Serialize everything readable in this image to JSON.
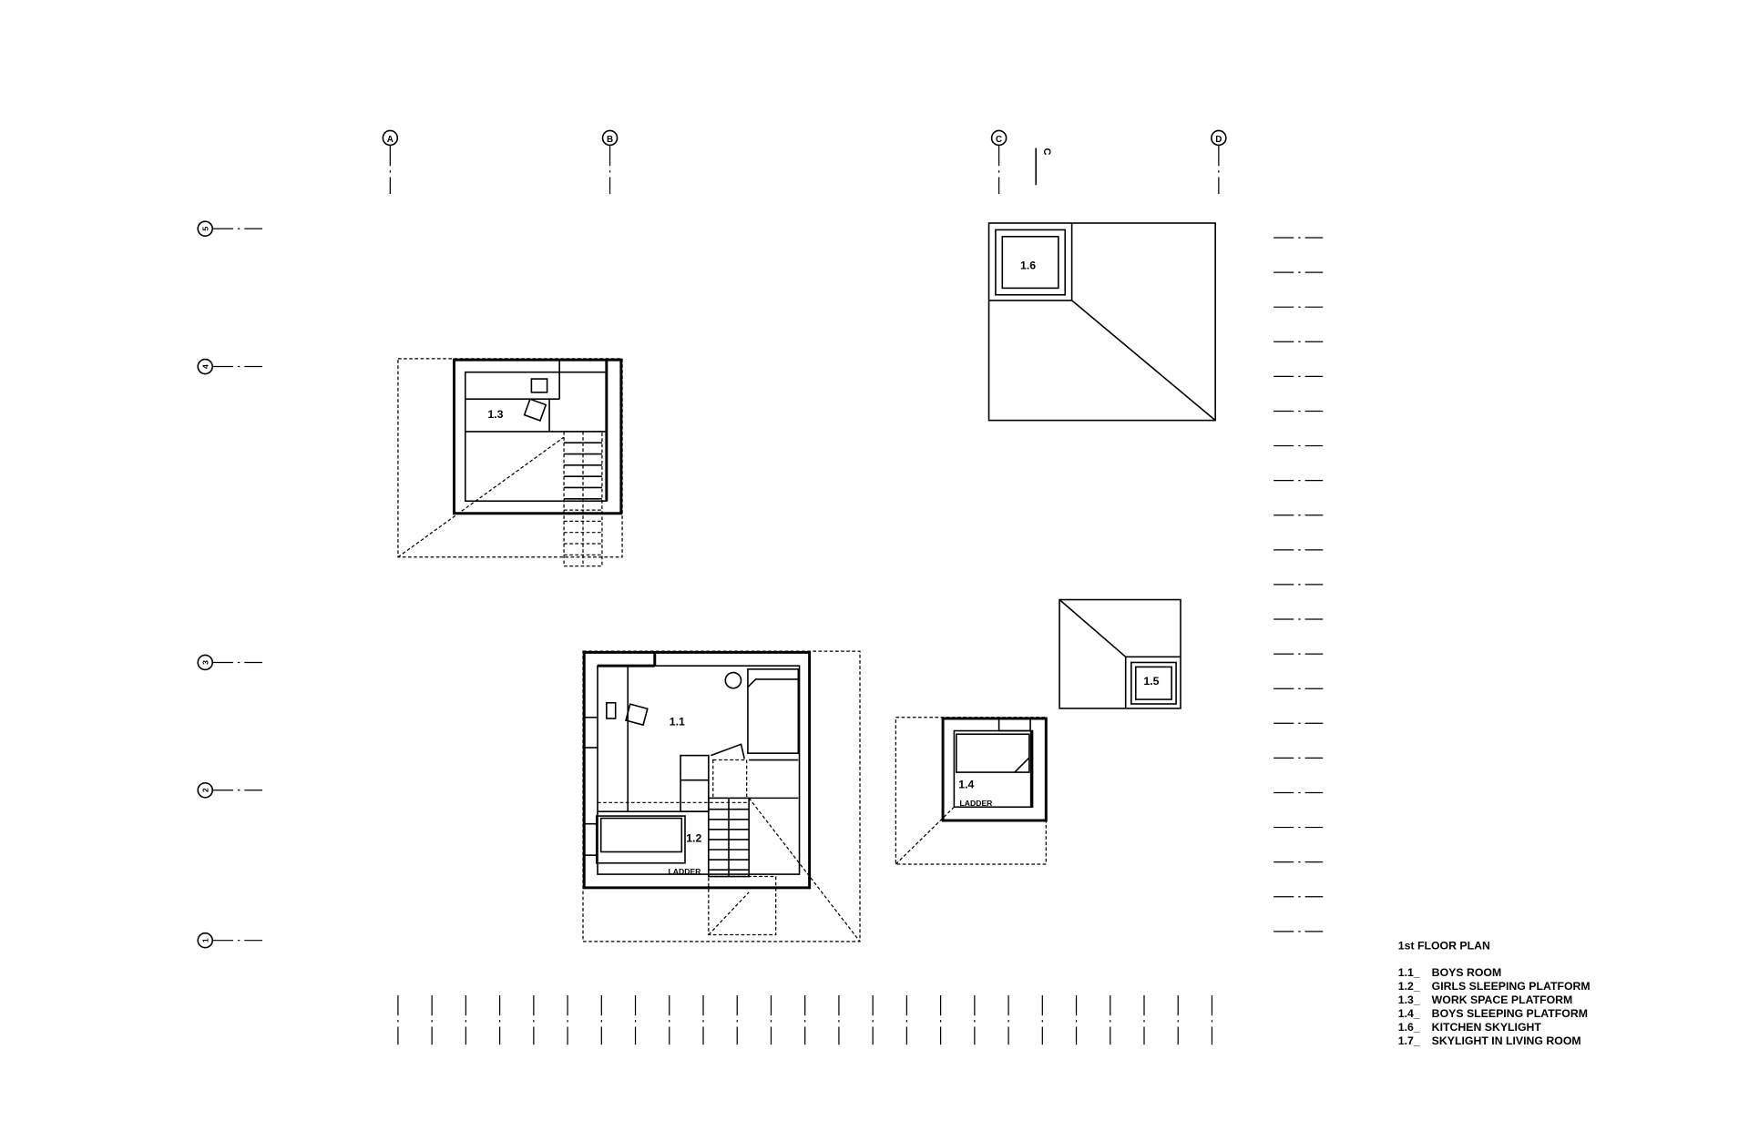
{
  "grid": {
    "columns": [
      "A",
      "B",
      "C",
      "D"
    ],
    "rows": [
      "5",
      "4",
      "3",
      "2",
      "1"
    ],
    "section_mark": "C"
  },
  "rooms": {
    "r11": "1.1",
    "r12": "1.2",
    "r13": "1.3",
    "r14": "1.4",
    "r15": "1.5",
    "r16": "1.6",
    "ladder": "LADDER"
  },
  "legend": {
    "title": "1st FLOOR PLAN",
    "items": [
      {
        "num": "1.1_",
        "label": "BOYS ROOM"
      },
      {
        "num": "1.2_",
        "label": "GIRLS SLEEPING PLATFORM"
      },
      {
        "num": "1.3_",
        "label": "WORK SPACE PLATFORM"
      },
      {
        "num": "1.4_",
        "label": "BOYS SLEEPING PLATFORM"
      },
      {
        "num": "1.6_",
        "label": "KITCHEN SKYLIGHT"
      },
      {
        "num": "1.7_",
        "label": "SKYLIGHT IN LIVING ROOM"
      }
    ]
  }
}
